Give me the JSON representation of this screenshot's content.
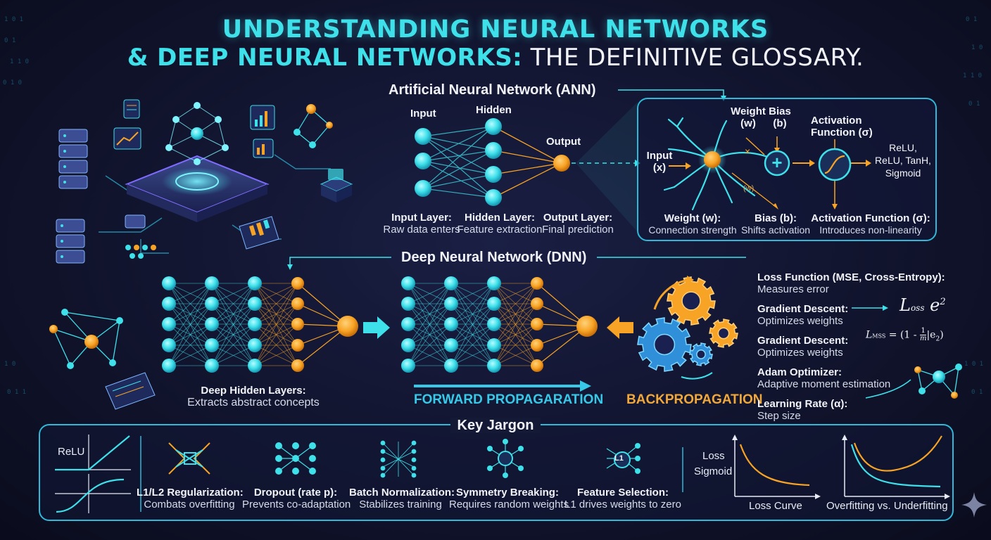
{
  "title": {
    "line1": "UNDERSTANDING NEURAL NETWORKS",
    "line2_highlight": "& DEEP NEURAL NETWORKS:",
    "line2_rest": " THE DEFINITIVE GLOSSARY."
  },
  "ann": {
    "heading": "Artificial Neural Network (ANN)",
    "col_input": "Input",
    "col_hidden": "Hidden",
    "col_output": "Output",
    "layers": [
      {
        "name": "Input Layer:",
        "desc": "Raw data enters"
      },
      {
        "name": "Hidden Layer:",
        "desc": "Feature extraction"
      },
      {
        "name": "Output Layer:",
        "desc": "Final prediction"
      }
    ]
  },
  "neuron": {
    "input_label": "Input",
    "input_var": "(x)",
    "weight_label": "Weight",
    "weight_var": "(w)",
    "bias_label": "Bias",
    "bias_var": "(b)",
    "times": "×",
    "w_small": "(w)",
    "plus": "+",
    "activation_label": "Activation",
    "activation_var": "Function (σ)",
    "activations": [
      "ReLU,",
      "ReLU, TanH,",
      "Sigmoid"
    ],
    "defs": [
      {
        "name": "Weight (w):",
        "desc": "Connection strength"
      },
      {
        "name": "Bias (b):",
        "desc": "Shifts activation"
      },
      {
        "name": "Activation Function (σ):",
        "desc": "Introduces non-linearity"
      }
    ]
  },
  "dnn": {
    "heading": "Deep Neural Network (DNN)",
    "deep_label": "Deep Hidden Layers:",
    "deep_desc": "Extracts abstract concepts",
    "forward": "FORWARD PROPAGARATION",
    "backward": "BACKPROPAGATION"
  },
  "training": [
    {
      "name": "Loss Function (MSE, Cross-Entropy):",
      "desc": "Measures error"
    },
    {
      "name": "Gradient Descent:",
      "desc": "Optimizes weights"
    },
    {
      "name": "Gradient Descent:",
      "desc": "Optimizes weights"
    },
    {
      "name": "Adam Optimizer:",
      "desc": "Adaptive moment estimation"
    },
    {
      "name": "Learning Rate (α):",
      "desc": "Step size"
    }
  ],
  "formula1": {
    "L": "L",
    "sub": "oss",
    "e": "e",
    "sup": "2"
  },
  "formula2": {
    "L": "L",
    "sub": "MSS",
    "body": "= (1 - ",
    "frac_num": "1",
    "frac_den": "m",
    "tail": "|e",
    "tail_sub": "2",
    "close": ")"
  },
  "jargon": {
    "heading": "Key Jargon",
    "relu": "ReLU",
    "items": [
      {
        "name": "L1/L2 Regularization:",
        "desc": "Combats overfitting"
      },
      {
        "name": "Dropout (rate p):",
        "desc": "Prevents co-adaptation"
      },
      {
        "name": "Batch Normalization:",
        "desc": "Stabilizes training"
      },
      {
        "name": "Symmetry Breaking:",
        "desc": "Requires random weights"
      },
      {
        "name": "Feature Selection:",
        "desc": "L1 drives weights to zero"
      }
    ],
    "l1_tag": "L1",
    "loss_word": "Loss",
    "sigmoid_word": "Sigmoid",
    "loss_curve": "Loss Curve",
    "overfit": "Overfitting vs. Underfitting"
  },
  "colors": {
    "cyan": "#3ee0ea",
    "orange": "#f7a325",
    "panel_border": "#2fb8d8",
    "background": "#11142d"
  }
}
